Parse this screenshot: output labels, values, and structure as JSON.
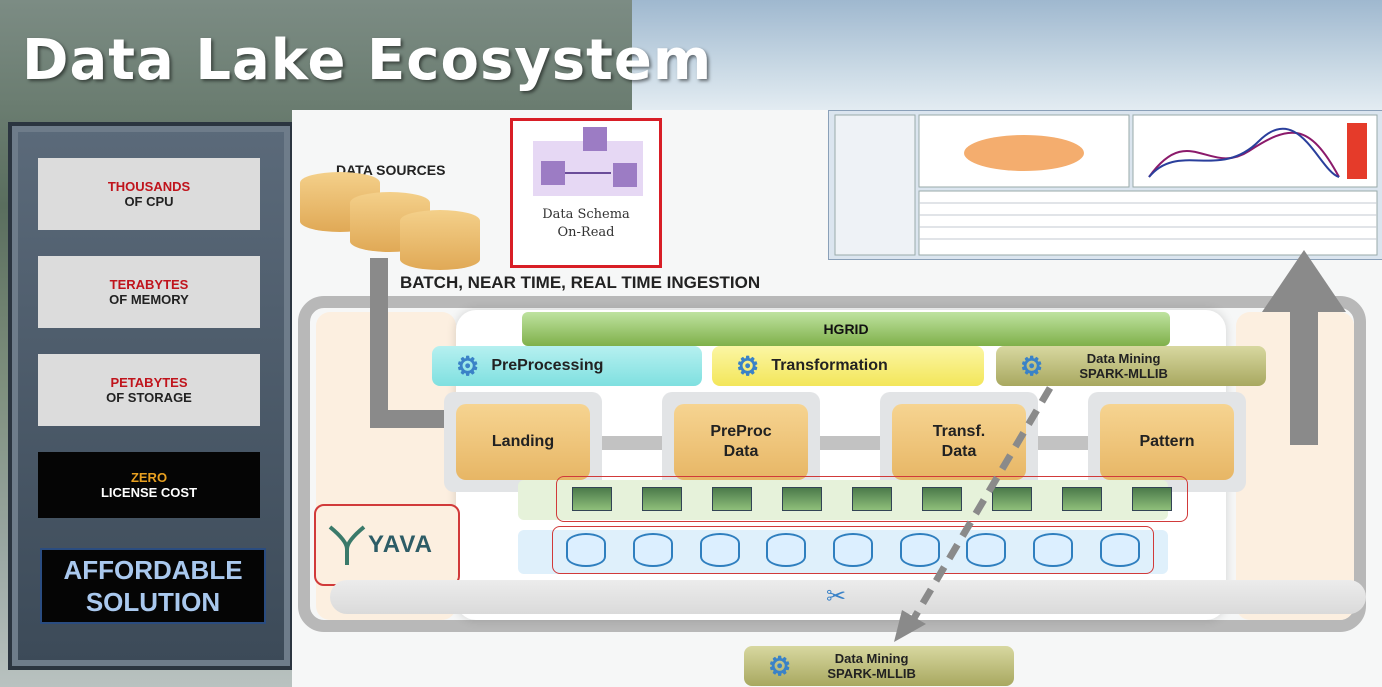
{
  "title": "Data Lake Ecosystem",
  "stats": [
    {
      "highlight": "THOUSANDS",
      "text": "OF CPU"
    },
    {
      "highlight": "TERABYTES",
      "text": "OF MEMORY"
    },
    {
      "highlight": "PETABYTES",
      "text": "OF STORAGE"
    },
    {
      "highlight": "ZERO",
      "text": "LICENSE COST"
    }
  ],
  "affordable": {
    "line1": "AFFORDABLE",
    "line2": "SOLUTION"
  },
  "data_sources": "DATA SOURCES",
  "schema": {
    "line1": "Data Schema",
    "line2": "On-Read"
  },
  "ingestion": "BATCH, NEAR TIME, REAL TIME INGESTION",
  "hgrid": "HGRID",
  "processes": [
    {
      "label": "PreProcessing",
      "color": "#7fe0e0"
    },
    {
      "label": "Transformation",
      "color": "#f3e65a"
    }
  ],
  "data_mining": {
    "line1": "Data Mining",
    "line2": "SPARK-MLLIB"
  },
  "stores": [
    {
      "line1": "Landing",
      "line2": ""
    },
    {
      "line1": "PreProc",
      "line2": "Data"
    },
    {
      "line1": "Transf.",
      "line2": "Data"
    },
    {
      "line1": "Pattern",
      "line2": ""
    }
  ],
  "yava": "YAVA",
  "icons": {
    "gear": "gear-icon",
    "tools": "tools-icon",
    "cylinder": "database-icon"
  }
}
